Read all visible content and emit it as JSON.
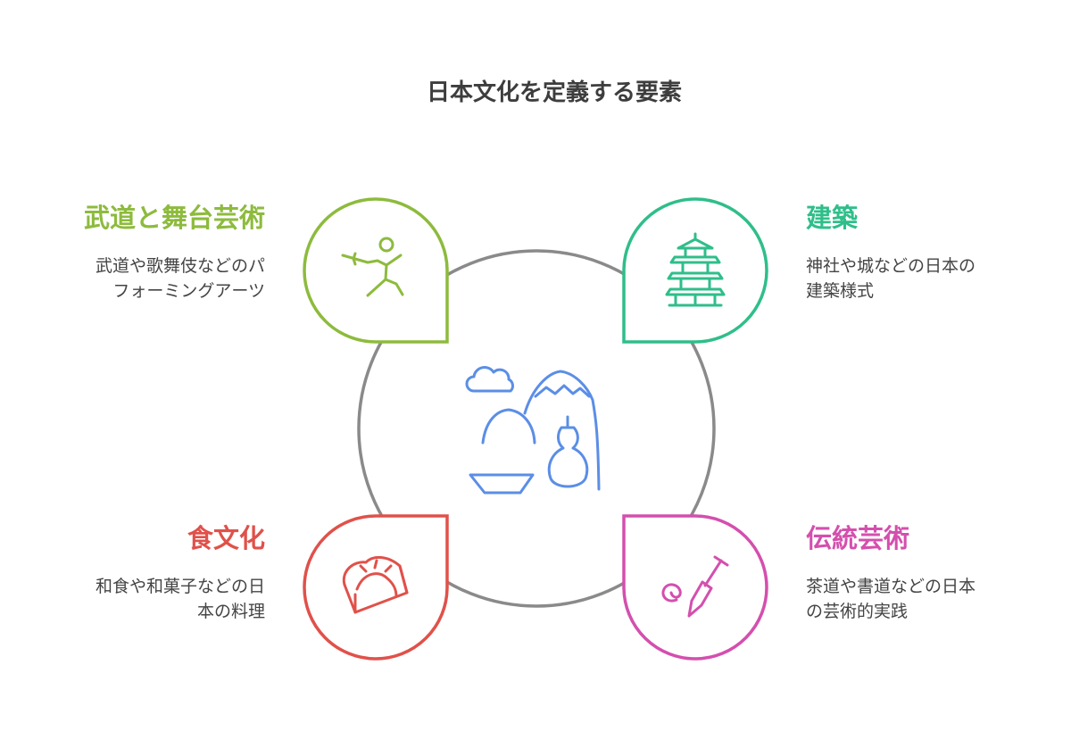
{
  "diagram": {
    "title": "日本文化を定義する要素",
    "colors": {
      "circle": "#8a8a8a",
      "center_icon": "#5b8ee6"
    },
    "sections": [
      {
        "id": "budo",
        "title": "武道と舞台芸術",
        "desc_line1": "武道や歌舞伎などのパ",
        "desc_line2": "フォーミングアーツ",
        "color": "#8dbb3d",
        "icon": "martial-artist-icon"
      },
      {
        "id": "kenchiku",
        "title": "建築",
        "desc_line1": "神社や城などの日本の",
        "desc_line2": "建築様式",
        "color": "#2fbe8a",
        "icon": "pagoda-icon"
      },
      {
        "id": "shoku",
        "title": "食文化",
        "desc_line1": "和食や和菓子などの日",
        "desc_line2": "本の料理",
        "color": "#e0514a",
        "icon": "wagashi-icon"
      },
      {
        "id": "dento",
        "title": "伝統芸術",
        "desc_line1": "茶道や書道などの日本",
        "desc_line2": "の芸術的実践",
        "color": "#d44fae",
        "icon": "calligraphy-brush-icon"
      }
    ]
  }
}
